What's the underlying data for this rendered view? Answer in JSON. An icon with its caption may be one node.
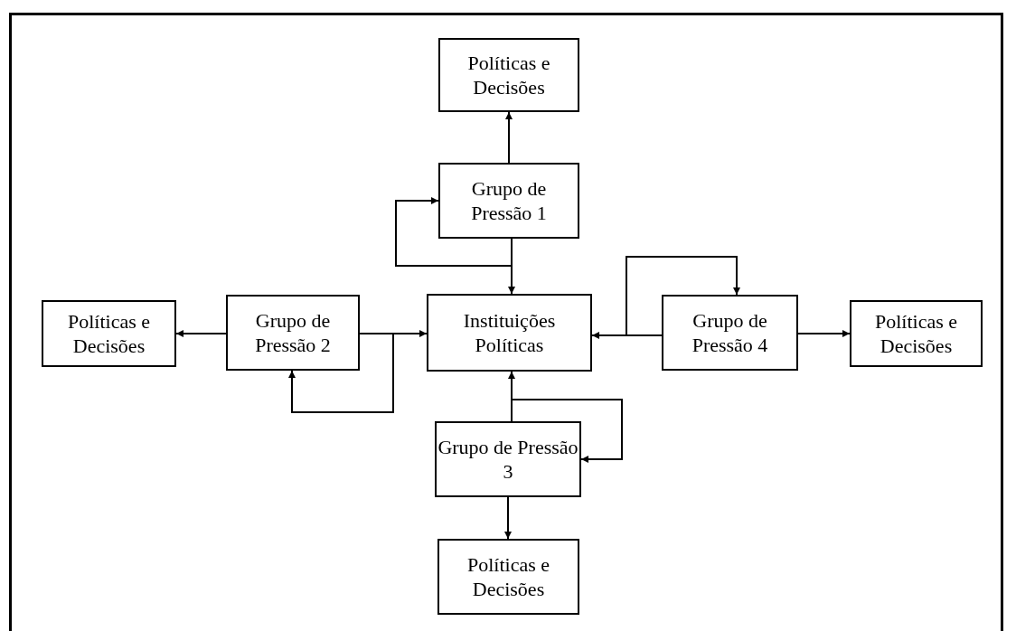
{
  "diagram": {
    "nodes": [
      {
        "text": [
          "Políticas e Decisões"
        ]
      },
      {
        "text": [
          "Grupo de Pressão 1"
        ]
      },
      {
        "text": [
          "Instituições Políticas"
        ]
      },
      {
        "text": [
          "Grupo de Pressão 2"
        ]
      },
      {
        "text": [
          "Políticas e Decisões"
        ]
      },
      {
        "text": [
          "Grupo de Pressão 4"
        ]
      },
      {
        "text": [
          "Políticas e Decisões"
        ]
      },
      {
        "text": [
          "Grupo de Pressão 3"
        ]
      },
      {
        "text": [
          "Políticas e Decisões"
        ]
      }
    ],
    "edges": [
      {
        "from": 1,
        "to": 0,
        "arrow": "to"
      },
      {
        "from": 1,
        "to": 2,
        "arrow": "to"
      },
      {
        "from": 2,
        "to": 1,
        "arrow": "to"
      },
      {
        "from": 3,
        "to": 4,
        "arrow": "to"
      },
      {
        "from": 3,
        "to": 2,
        "arrow": "to"
      },
      {
        "from": 2,
        "to": 3,
        "arrow": "to"
      },
      {
        "from": 5,
        "to": 2,
        "arrow": "to"
      },
      {
        "from": 2,
        "to": 5,
        "arrow": "to"
      },
      {
        "from": 5,
        "to": 6,
        "arrow": "to"
      },
      {
        "from": 7,
        "to": 2,
        "arrow": "to"
      },
      {
        "from": 2,
        "to": 7,
        "arrow": "to"
      },
      {
        "from": 7,
        "to": 8,
        "arrow": "to"
      }
    ]
  }
}
